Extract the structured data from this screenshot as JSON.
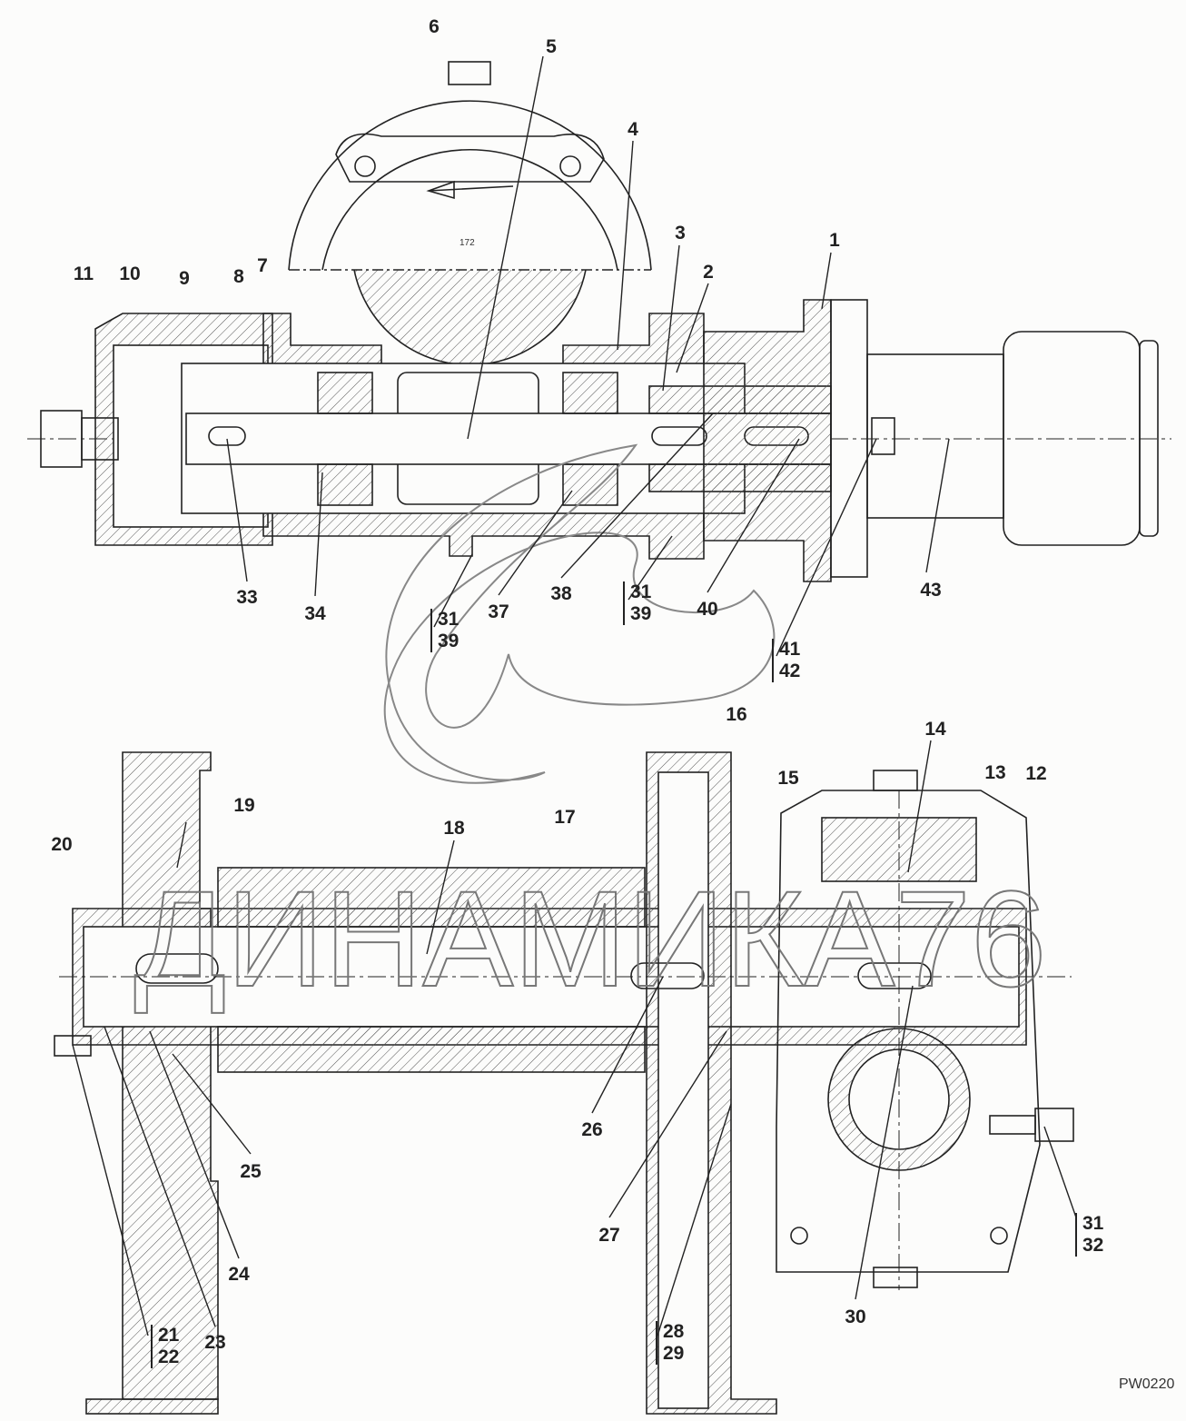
{
  "drawing_code": "PW0220",
  "housing_marking": "172",
  "watermark": "ДИНАМИКА76",
  "part_labels": {
    "p1": "1",
    "p2": "2",
    "p3": "3",
    "p4": "4",
    "p5": "5",
    "p6": "6",
    "p7": "7",
    "p8": "8",
    "p9": "9",
    "p10": "10",
    "p11": "11",
    "p12": "12",
    "p13": "13",
    "p14": "14",
    "p15": "15",
    "p16": "16",
    "p17": "17",
    "p18": "18",
    "p19": "19",
    "p20": "20",
    "p23": "23",
    "p24": "24",
    "p25": "25",
    "p26": "26",
    "p27": "27",
    "p30": "30",
    "p33": "33",
    "p34": "34",
    "p37": "37",
    "p38": "38",
    "p40": "40",
    "p43": "43"
  },
  "stacked_labels": {
    "s31_39_a": [
      "31",
      "39"
    ],
    "s31_39_b": [
      "31",
      "39"
    ],
    "s41_42": [
      "41",
      "42"
    ],
    "s21_22": [
      "21",
      "22"
    ],
    "s28_29": [
      "28",
      "29"
    ],
    "s31_32": [
      "31",
      "32"
    ]
  }
}
